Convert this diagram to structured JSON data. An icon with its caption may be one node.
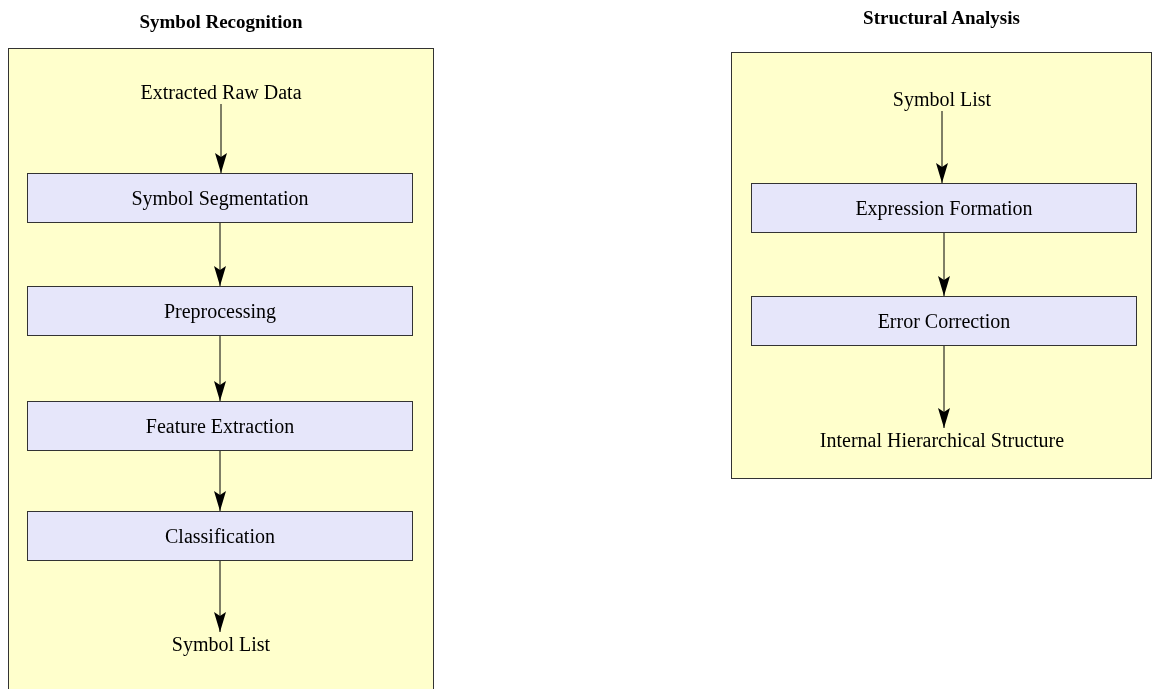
{
  "diagram": {
    "nodes": [
      {
        "text": [
          "Symbol Recognition"
        ]
      },
      {
        "text": [
          "Extracted Raw Data"
        ],
        "in": 0
      },
      {
        "text": [
          "Symbol Segmentation"
        ],
        "in": 0
      },
      {
        "text": [
          "Preprocessing"
        ],
        "in": 0
      },
      {
        "text": [
          "Feature Extraction"
        ],
        "in": 0
      },
      {
        "text": [
          "Classification"
        ],
        "in": 0
      },
      {
        "text": [
          "Symbol List"
        ],
        "in": 0
      },
      {
        "text": [
          "Structural Analysis"
        ]
      },
      {
        "text": [
          "Symbol List"
        ],
        "in": 7
      },
      {
        "text": [
          "Expression Formation"
        ],
        "in": 7
      },
      {
        "text": [
          "Error Correction"
        ],
        "in": 7
      },
      {
        "text": [
          "Internal Hierarchical Structure"
        ],
        "in": 7
      }
    ],
    "edges": [
      {
        "from": 1,
        "to": 2,
        "arrow": "to"
      },
      {
        "from": 2,
        "to": 3,
        "arrow": "to"
      },
      {
        "from": 3,
        "to": 4,
        "arrow": "to"
      },
      {
        "from": 4,
        "to": 5,
        "arrow": "to"
      },
      {
        "from": 5,
        "to": 6,
        "arrow": "to"
      },
      {
        "from": 8,
        "to": 9,
        "arrow": "to"
      },
      {
        "from": 9,
        "to": 10,
        "arrow": "to"
      },
      {
        "from": 10,
        "to": 11,
        "arrow": "to"
      }
    ]
  }
}
